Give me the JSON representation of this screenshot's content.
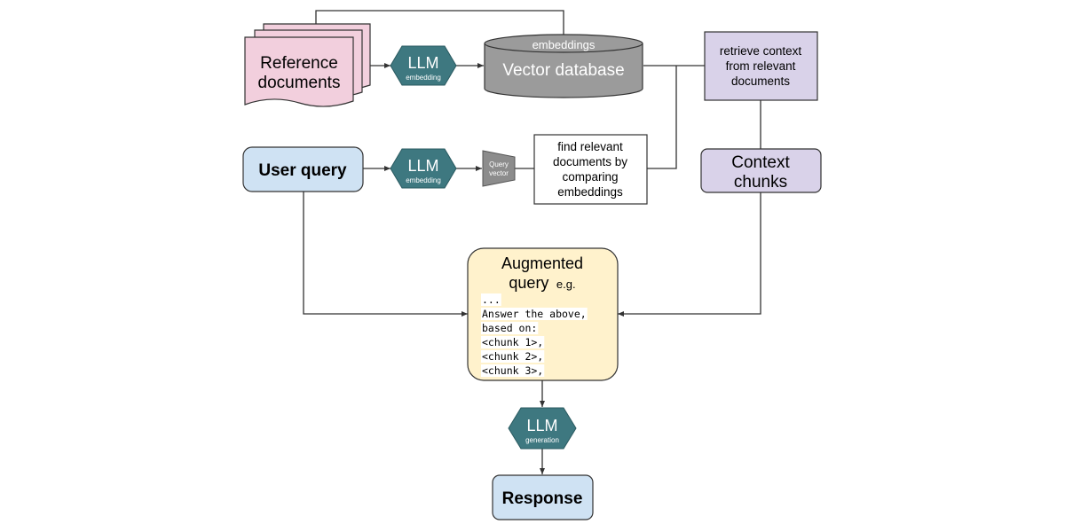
{
  "reference_documents": {
    "line1": "Reference",
    "line2": "documents"
  },
  "llm_embedding_top": {
    "title": "LLM",
    "subtitle": "embedding"
  },
  "vector_database": {
    "top_label": "embeddings",
    "label": "Vector database"
  },
  "retrieve_context": {
    "line1": "retrieve context",
    "line2": "from relevant",
    "line3": "documents"
  },
  "user_query": {
    "label": "User query"
  },
  "llm_embedding_mid": {
    "title": "LLM",
    "subtitle": "embedding"
  },
  "query_vector": {
    "line1": "Query",
    "line2": "vector"
  },
  "find_relevant": {
    "line1": "find relevant",
    "line2": "documents by",
    "line3": "comparing",
    "line4": "embeddings"
  },
  "context_chunks": {
    "line1": "Context",
    "line2": "chunks"
  },
  "augmented_query": {
    "title_line1": "Augmented",
    "title_line2": "query",
    "title_suffix": "e.g.",
    "code_lines": [
      "...",
      "Answer the above,",
      "based on:",
      "<chunk 1>,",
      "<chunk 2>,",
      "<chunk 3>,"
    ]
  },
  "llm_generation": {
    "title": "LLM",
    "subtitle": "generation"
  },
  "response": {
    "label": "Response"
  },
  "colors": {
    "reference_fill": "#f2cfdd",
    "llm_fill": "#3e7880",
    "database_fill": "#9b9b9b",
    "retrieve_fill": "#d9d2e9",
    "query_fill": "#cfe2f3",
    "augmented_fill": "#fff2cc",
    "query_vector_fill": "#8c8c8c",
    "line": "#333333"
  }
}
